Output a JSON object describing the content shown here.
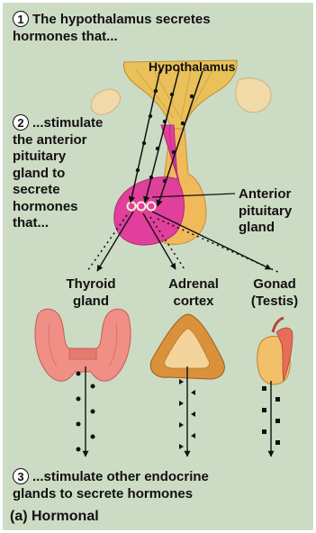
{
  "steps": {
    "step1": {
      "number": "1",
      "line1": "The hypothalamus secretes",
      "line2": "hormones that..."
    },
    "step2": {
      "number": "2",
      "lines": [
        "...stimulate",
        "the anterior",
        "pituitary",
        "gland to",
        "secrete",
        "hormones",
        "that..."
      ]
    },
    "step3": {
      "number": "3",
      "line1": "...stimulate other endocrine",
      "line2": "glands to secrete hormones"
    }
  },
  "labels": {
    "hypothalamus": "Hypothalamus",
    "anterior_pituitary": [
      "Anterior",
      "pituitary",
      "gland"
    ],
    "thyroid": [
      "Thyroid",
      "gland"
    ],
    "adrenal": [
      "Adrenal",
      "cortex"
    ],
    "gonad": [
      "Gonad",
      "(Testis)"
    ]
  },
  "caption": "(a) Hormonal",
  "colors": {
    "background": "#ccdcc4",
    "hypothalamus": "#e8c25a",
    "pituitary_anterior": "#e03f9c",
    "pituitary_posterior": "#f0ba5a",
    "thyroid": "#f08f86",
    "adrenal": "#d9913a",
    "testis": "#f2c06a"
  }
}
